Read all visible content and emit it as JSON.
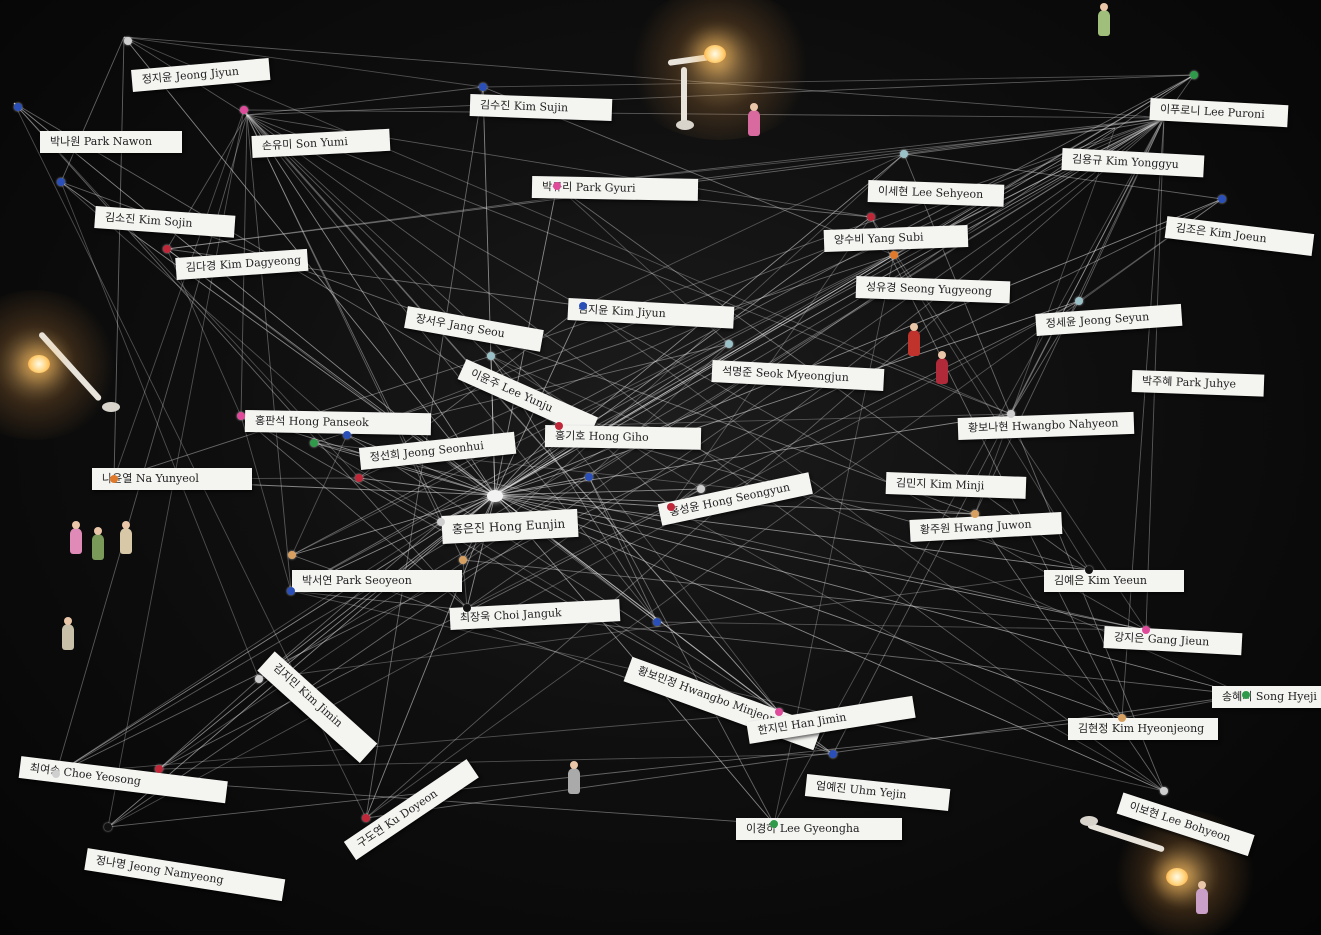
{
  "labels": {
    "jeong_jiyun": "정지윤 Jeong Jiyun",
    "park_nawon": "박나원 Park Nawon",
    "son_yumi": "손유미 Son Yumi",
    "kim_sujin": "김수진 Kim Sujin",
    "park_gyuri": "박규리 Park Gyuri",
    "kim_sojin": "김소진 Kim Sojin",
    "kim_dagyeong": "김다경 Kim Dagyeong",
    "jang_seou": "장서우 Jang Seou",
    "kim_jiyun": "김지윤 Kim Jiyun",
    "lee_yunju": "이윤주 Lee Yunju",
    "hong_panseok": "홍판석 Hong Panseok",
    "jeong_seonhui": "정선희 Jeong Seonhui",
    "hong_giho": "홍기호 Hong Giho",
    "na_yunyeol": "나윤열 Na Yunyeol",
    "hong_eunjin": "홍은진 Hong Eunjin",
    "park_seoyeon": "박서연 Park Seoyeon",
    "choi_janguk": "최장욱 Choi Janguk",
    "kim_jimin": "김지민 Kim Jimin",
    "choe_yeosong": "최여송 Choe Yeosong",
    "ku_doyeon": "구도연 Ku Doyeon",
    "jeong_namyeong": "정나명 Jeong Namyeong",
    "hwangbo_minjeong": "황보민정 Hwangbo Minjeong",
    "han_jimin": "한지민 Han Jimin",
    "uhm_yejin": "엄예진 Uhm Yejin",
    "lee_gyeongha": "이경하 Lee Gyeongha",
    "hong_seongyun": "홍성윤 Hong Seongyun",
    "lee_sehyeon": "이세현 Lee Sehyeon",
    "yang_subi": "양수비 Yang Subi",
    "seong_yugyeong": "성유경 Seong Yugyeong",
    "seok_myeongjun": "석명준 Seok Myeongjun",
    "lee_puroni": "이푸로니 Lee Puroni",
    "kim_yonggyu": "김용규 Kim Yonggyu",
    "kim_joeun": "김조은 Kim Joeun",
    "jeong_seyun": "정세윤 Jeong Seyun",
    "park_juhye": "박주혜 Park Juhye",
    "hwangbo_nahyeon": "황보나현 Hwangbo Nahyeon",
    "kim_minji": "김민지 Kim Minji",
    "hwang_juwon": "황주원 Hwang Juwon",
    "kim_yeeun": "김예은 Kim Yeeun",
    "gang_jieun": "강지은 Gang Jieun",
    "song_hyeji": "송혜지 Song Hyeji",
    "kim_hyeonjeong": "김현정 Kim Hyeonjeong",
    "lee_bohyeon": "이보현 Lee Bohyeon"
  },
  "colors": {
    "board": "#0b0b0b",
    "string": "#e6e6e6",
    "paper": "#f4f4f1",
    "lamp_glow": "#ffb866"
  }
}
